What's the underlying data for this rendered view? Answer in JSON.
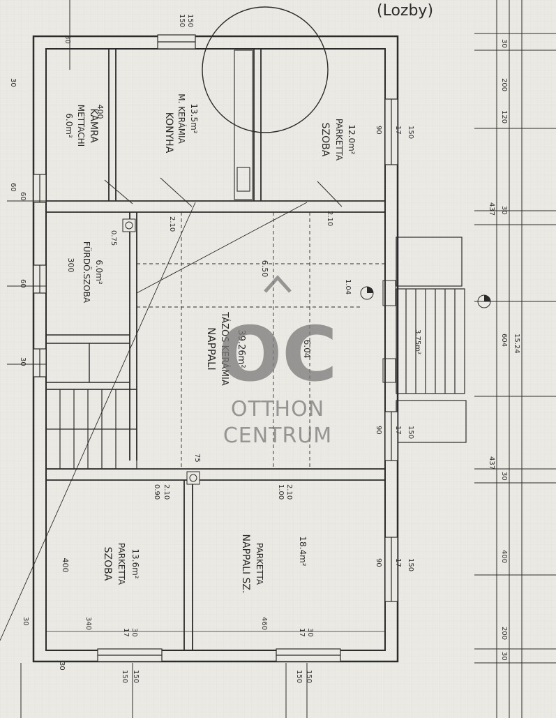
{
  "corner_note": "(Lozby)",
  "watermark": {
    "logo": "OC",
    "line1": "OTTHON",
    "line2": "CENTRUM",
    "color": "#7a7a7a"
  },
  "colors": {
    "paper": "#ebe9e3",
    "ink": "#2b2b2b",
    "wall": "#ffffff"
  },
  "rooms": {
    "kamra": {
      "name": "KAMRA",
      "floor": "METTACHI",
      "area": "6.0m²",
      "dim": "400"
    },
    "konyha": {
      "name": "KONYHA",
      "floor": "M. KERÁMIA",
      "area": "13.5m²"
    },
    "szoba1": {
      "name": "SZOBA",
      "floor": "PARKETTA",
      "area": "12.0m²"
    },
    "furdo": {
      "name": "FÜRDŐ.SZOBA",
      "area": "6.0m²",
      "dim": "300"
    },
    "nappali1": {
      "name": "NAPPALI",
      "floor": "TÁZOS KERÁMIA",
      "area": "39.26m²",
      "dim1": "6.50",
      "dim2": "6.04"
    },
    "szoba2": {
      "name": "SZOBA",
      "floor": "PARKETTA",
      "area": "13.6m²",
      "dim": "400"
    },
    "nappali2": {
      "name": "NAPPALI SZ.",
      "floor": "PARKETTA",
      "area": "18.4m²"
    },
    "terasz": {
      "area": "3.75m²"
    }
  },
  "dimensions": {
    "top": [
      "30",
      "150",
      "150",
      "60"
    ],
    "bottom": [
      "30",
      "340",
      "17",
      "30",
      "460",
      "17",
      "30",
      "30",
      "150",
      "150",
      "150",
      "150"
    ],
    "right_chain": [
      "30",
      "200",
      "120",
      "437",
      "30",
      "604",
      "15.24",
      "437",
      "30",
      "400",
      "200",
      "30"
    ],
    "left": [
      "30",
      "60",
      "60",
      "30"
    ],
    "windows": [
      "150",
      "17",
      "90",
      "150",
      "17",
      "90",
      "150",
      "17",
      "90",
      "1.04"
    ],
    "doors": [
      "2.10",
      "0.75",
      "2.10",
      "0.90",
      "2.10",
      "1.00",
      "2.10",
      "75"
    ]
  }
}
